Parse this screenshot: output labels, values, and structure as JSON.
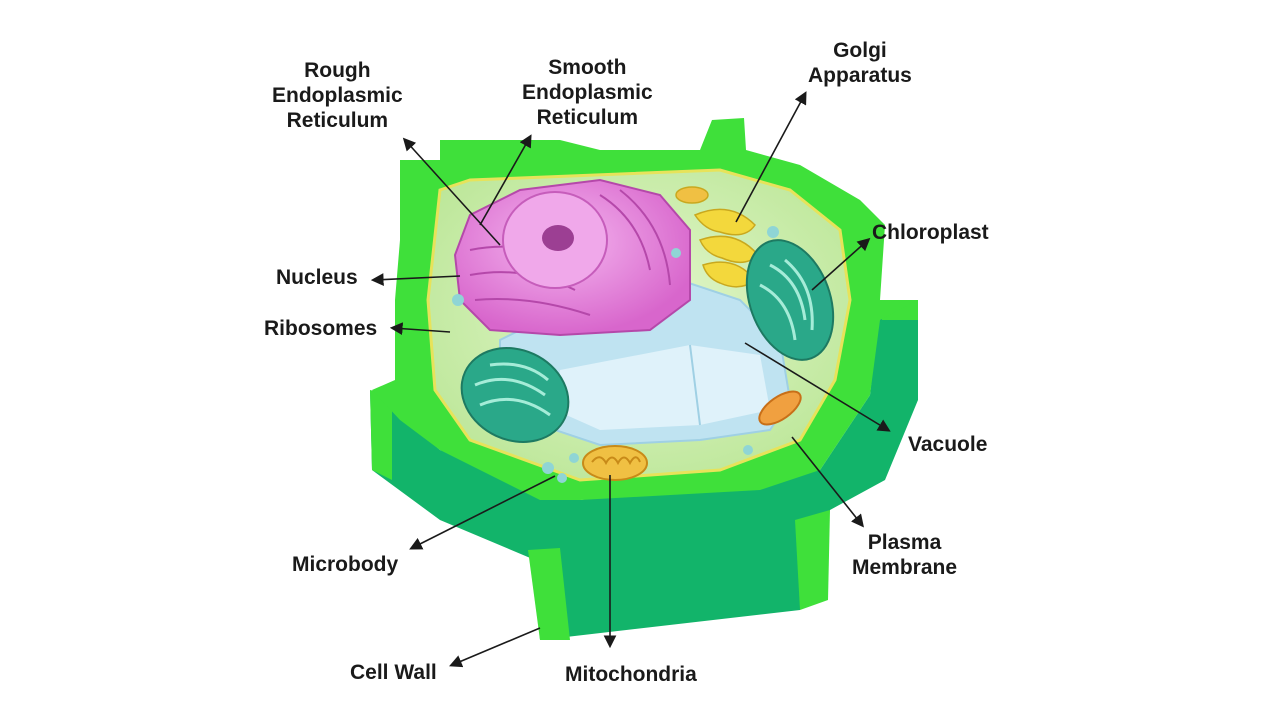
{
  "labels": {
    "rough_er": [
      "Rough",
      "Endoplasmic",
      "Reticulum"
    ],
    "smooth_er": [
      "Smooth",
      "Endoplasmic",
      "Reticulum"
    ],
    "golgi": [
      "Golgi",
      "Apparatus"
    ],
    "chloroplast": "Chloroplast",
    "nucleus": "Nucleus",
    "ribosomes": "Ribosomes",
    "vacuole": "Vacuole",
    "plasma_membrane": [
      "Plasma",
      "Membrane"
    ],
    "microbody": "Microbody",
    "cell_wall": "Cell Wall",
    "mitochondria": "Mitochondria"
  },
  "colors": {
    "cell_wall_top": "#3fe03a",
    "cell_wall_side": "#12b46a",
    "cytoplasm": "#cdeeb0",
    "nucleus": "#e07fd6",
    "nucleus_inner": "#f0a8ea",
    "vacuole": "#bfe3f1",
    "chloroplast": "#2aa889",
    "golgi": "#f3d83c",
    "mitochondria": "#f0c043",
    "label_text": "#1a1a1a"
  }
}
